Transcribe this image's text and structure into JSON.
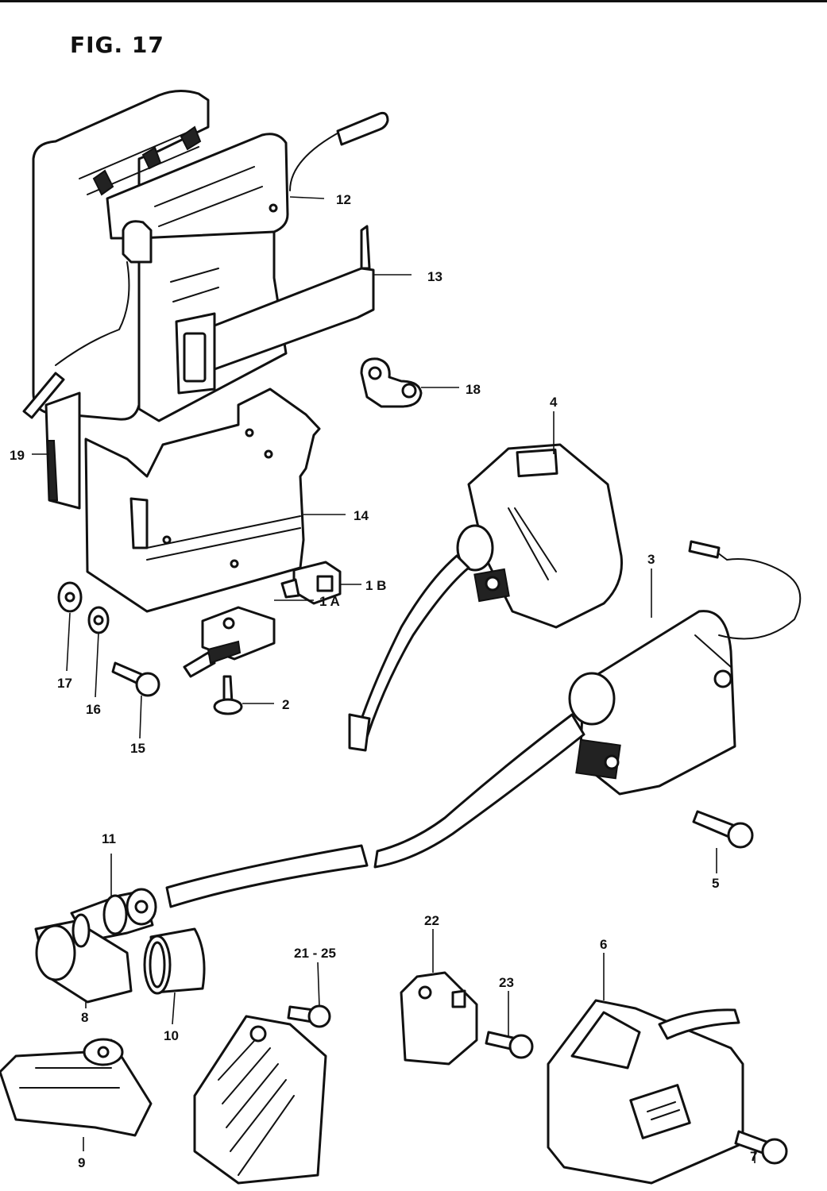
{
  "figure": {
    "title": "FIG. 17"
  },
  "callouts": {
    "p12": "12",
    "p13": "13",
    "p18": "18",
    "p4": "4",
    "p19": "19",
    "p14": "14",
    "p1b": "1 B",
    "p1a": "1 A",
    "p3": "3",
    "p17": "17",
    "p16": "16",
    "p15": "15",
    "p2": "2",
    "p5": "5",
    "p11": "11",
    "p8": "8",
    "p10": "10",
    "p21_25": "21 - 25",
    "p22": "22",
    "p23": "23",
    "p6": "6",
    "p7": "7",
    "p9": "9"
  }
}
